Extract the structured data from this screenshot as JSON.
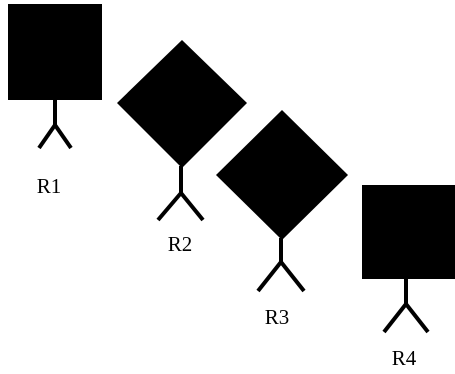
{
  "diagram": {
    "colors": {
      "shape_fill": "#000000",
      "line": "#000000",
      "label": "#000000",
      "background": "#ffffff"
    },
    "robots": [
      {
        "id": "r1",
        "label": "R1",
        "body_shape": "square"
      },
      {
        "id": "r2",
        "label": "R2",
        "body_shape": "diamond"
      },
      {
        "id": "r3",
        "label": "R3",
        "body_shape": "diamond"
      },
      {
        "id": "r4",
        "label": "R4",
        "body_shape": "square"
      }
    ]
  }
}
